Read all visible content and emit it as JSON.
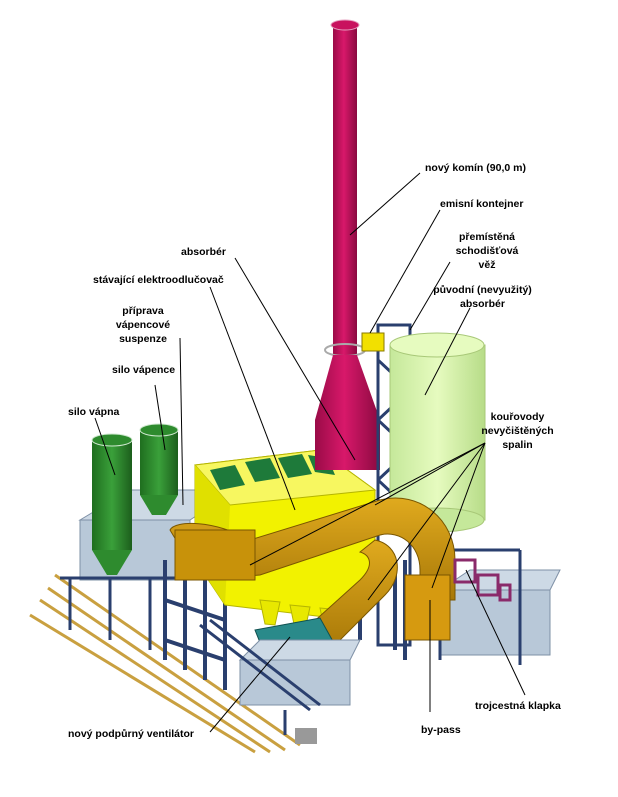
{
  "labels": {
    "chimney": "nový komín (90,0 m)",
    "emission_container": "emisní kontejner",
    "stair_tower_1": "přemístěná",
    "stair_tower_2": "schodišťová",
    "stair_tower_3": "věž",
    "orig_absorber_1": "původní (nevyužitý)",
    "orig_absorber_2": "absorbér",
    "absorber": "absorbér",
    "esp": "stávající elektroodlučovač",
    "limestone_prep_1": "příprava",
    "limestone_prep_2": "vápencové",
    "limestone_prep_3": "suspenze",
    "limestone_silo": "silo vápence",
    "lime_silo": "silo vápna",
    "ducts_1": "kouřovody",
    "ducts_2": "nevyčištěných",
    "ducts_3": "spalin",
    "damper": "trojcestná klapka",
    "bypass": "by-pass",
    "booster_fan": "nový podpůrný ventilátor"
  },
  "colors": {
    "chimney": "#c8125e",
    "absorber_tank": "#d8f5a8",
    "esp": "#f2f200",
    "duct": "#c8920a",
    "silo": "#2e8b2e",
    "steel": "#2a3f6e",
    "enclosure": "#b8c8d8",
    "fan_duct": "#2a8a8a"
  }
}
